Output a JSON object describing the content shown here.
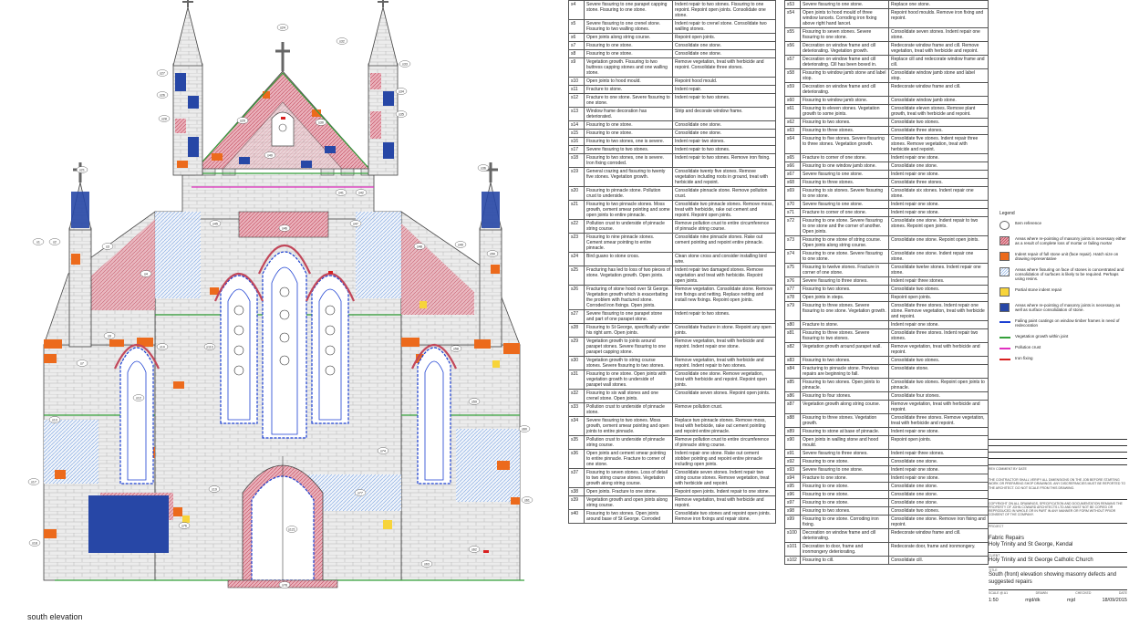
{
  "drawing": {
    "elevation_label": "south elevation"
  },
  "colors": {
    "stone": "#e8e8e8",
    "joint": "#b0b0b0",
    "pink": "#e9a7b2",
    "pink_hatch": "#c04050",
    "orange": "#ec6a1c",
    "blue_hatch": "#8fb4e8",
    "yellow": "#f7d43a",
    "dark_blue": "#2747a6",
    "green": "#34a03a",
    "magenta": "#e030c0",
    "red": "#d81f1f",
    "frame": "#1b3fd2"
  },
  "items_left": [
    {
      "ref": "s4",
      "desc": "Severe fissuring to one parapet capping stone. Fissuring to one stone.",
      "repair": "Indent repair to two stones. Fissuring to one repoint. Repoint open joints. Consolidate one stone."
    },
    {
      "ref": "s5",
      "desc": "Severe fissuring to one crenel stone. Fissuring to two walling stones.",
      "repair": "Indent repair to crenel stone. Consolidate two walling stones."
    },
    {
      "ref": "s6",
      "desc": "Open joints along string course.",
      "repair": "Repoint open joints."
    },
    {
      "ref": "s7",
      "desc": "Fissuring to one stone.",
      "repair": "Consolidate one stone."
    },
    {
      "ref": "s8",
      "desc": "Fissuring to one stone.",
      "repair": "Consolidate one stone."
    },
    {
      "ref": "s9",
      "desc": "Vegetation growth. Fissuring to two buttress capping stones and one walling stone.",
      "repair": "Remove vegetation, treat with herbicide and repoint. Consolidate three stones."
    },
    {
      "ref": "s10",
      "desc": "Open joints to hood mould.",
      "repair": "Repoint hood mould."
    },
    {
      "ref": "s11",
      "desc": "Fracture to stone.",
      "repair": "Indent repair."
    },
    {
      "ref": "s12",
      "desc": "Fracture to one stone. Severe fissuring to one stone.",
      "repair": "Indent repair to two stones."
    },
    {
      "ref": "s13",
      "desc": "Window frame decoration has deteriorated.",
      "repair": "Strip and decorate window frame."
    },
    {
      "ref": "s14",
      "desc": "Fissuring to one stone.",
      "repair": "Consolidate one stone."
    },
    {
      "ref": "s15",
      "desc": "Fissuring to one stone.",
      "repair": "Consolidate one stone."
    },
    {
      "ref": "s16",
      "desc": "Fissuring to two stones, one is severe.",
      "repair": "Indent repair two stones."
    },
    {
      "ref": "s17",
      "desc": "Severe fissuring to two stones.",
      "repair": "Indent repair to two stones."
    },
    {
      "ref": "s18",
      "desc": "Fissuring to two stones, one is severe. Iron fixing corroded.",
      "repair": "Indent repair to two stones. Remove iron fixing."
    },
    {
      "ref": "s19",
      "desc": "General crazing and fissuring to twenty five stones. Vegetation growth.",
      "repair": "Consolidate twenty five stones. Remove vegetation including roots in ground, treat with herbicide and repoint."
    },
    {
      "ref": "s20",
      "desc": "Fissuring to pinnacle stone. Pollution crust to underside.",
      "repair": "Consolidate pinnacle stone. Remove pollution crust."
    },
    {
      "ref": "s21",
      "desc": "Fissuring to two pinnacle stones. Moss growth, cement smear pointing and some open joints to entire pinnacle.",
      "repair": "Consolidate two pinnacle stones. Remove moss, treat with herbicide, rake out cement and repoint. Repoint open joints."
    },
    {
      "ref": "s22",
      "desc": "Pollution crust to underside of pinnacle string course.",
      "repair": "Remove pollution crust to entire circumference of pinnacle string course."
    },
    {
      "ref": "s23",
      "desc": "Fissuring to nine pinnacle stones. Cement smear pointing to entire pinnacle.",
      "repair": "Consolidate nine pinnacle stones. Rake out cement pointing and repoint entire pinnacle."
    },
    {
      "ref": "s24",
      "desc": "Bird guano to stone cross.",
      "repair": "Clean stone cross and consider installing bird wire."
    },
    {
      "ref": "s25",
      "desc": "Fracturing has led to loss of two pieces of stone. Vegetation growth. Open joints.",
      "repair": "Indent repair two damaged stones. Remove vegetation and treat with herbicide. Repoint open joints."
    },
    {
      "ref": "s26",
      "desc": "Fracturing of stone hood over St George. Vegetation growth which is exacerbating the problem with fractured stone. Corroded iron fixings. Open joints.",
      "repair": "Remove vegetation. Consolidate stone. Remove iron fixings and netting. Replace netting and install new fixings. Repoint open joints."
    },
    {
      "ref": "s27",
      "desc": "Severe fissuring to one parapet stone and part of one parapet stone.",
      "repair": "Indent repair to two stones."
    },
    {
      "ref": "s28",
      "desc": "Fissuring to St George, specifically under his right arm. Open joints.",
      "repair": "Consolidate fracture in stone. Repoint any open joints."
    },
    {
      "ref": "s29",
      "desc": "Vegetation growth to joints around parapet stones. Severe fissuring to one parapet capping stone.",
      "repair": "Remove vegetation, treat with herbicide and repoint. Indent repair one stone."
    },
    {
      "ref": "s30",
      "desc": "Vegetation growth to string course stones. Severe fissuring to two stones.",
      "repair": "Remove vegetation, treat with herbicide and repoint. Indent repair to two stones."
    },
    {
      "ref": "s31",
      "desc": "Fissuring to one stone. Open joints with vegetation growth to underside of parapet wall stones.",
      "repair": "Consolidate one stone. Remove vegetation, treat with herbicide and repoint. Repoint open joints."
    },
    {
      "ref": "s32",
      "desc": "Fissuring to six wall stones and one crenel stone. Open joints.",
      "repair": "Consolidate seven stones. Repoint open joints."
    },
    {
      "ref": "s33",
      "desc": "Pollution crust to underside of pinnacle stone.",
      "repair": "Remove pollution crust."
    },
    {
      "ref": "s34",
      "desc": "Severe fissuring to two stones. Moss growth, cement smear pointing and open joints to entire pinnacle.",
      "repair": "Replace two pinnacle stones. Remove moss, treat with herbicide, rake out cement pointing and repoint entire pinnacle."
    },
    {
      "ref": "s35",
      "desc": "Pollution crust to underside of pinnacle string course.",
      "repair": "Remove pollution crust to entire circumference of pinnacle string course."
    },
    {
      "ref": "s36",
      "desc": "Open joints and cement smear pointing to entire pinnacle. Fracture to corner of one stone.",
      "repair": "Indent repair one stone. Rake out cement stobber pointing and repoint entire pinnacle including open joints."
    },
    {
      "ref": "s37",
      "desc": "Fissuring to seven stones. Loss of detail to two string course stones. Vegetation growth along string course.",
      "repair": "Consolidate seven stones. Indent repair two string course stones. Remove vegetation, treat with herbicide and repoint."
    },
    {
      "ref": "s38",
      "desc": "Open joints. Fracture to one stone.",
      "repair": "Repoint open joints. Indent repair to one stone."
    },
    {
      "ref": "s39",
      "desc": "Vegetation growth and open joints along string course.",
      "repair": "Remove vegetation, treat with herbicide and repoint."
    },
    {
      "ref": "s40",
      "desc": "Fissuring to two stones. Open joints around base of St George. Corroded",
      "repair": "Consolidate two stones and repoint open joints. Remove iron fixings and repair stone."
    }
  ],
  "items_right": [
    {
      "ref": "s53",
      "desc": "Severe fissuring to one stone.",
      "repair": "Replace one stone."
    },
    {
      "ref": "s54",
      "desc": "Open joints to hood mould of three window lancets. Corroding iron fixing above right hand lancet.",
      "repair": "Repoint hood moulds. Remove iron fixing and repoint."
    },
    {
      "ref": "s55",
      "desc": "Fissuring to seven stones. Severe fissuring to one stone.",
      "repair": "Consolidate seven stones. Indent repair one stone."
    },
    {
      "ref": "s56",
      "desc": "Decoration on window frame and cill deteriorating. Vegetation growth.",
      "repair": "Redecorate window frame and cill. Remove vegetation, treat with herbicide and repoint."
    },
    {
      "ref": "s57",
      "desc": "Decoration on window frame and cill deteriorating. Cill has been boxed in.",
      "repair": "Replace cill and redecorate window frame and cill."
    },
    {
      "ref": "s58",
      "desc": "Fissuring to window jamb stone and label stop.",
      "repair": "Consolidate window jamb stone and label stop."
    },
    {
      "ref": "s59",
      "desc": "Decoration on window frame and cill deteriorating.",
      "repair": "Redecorate window frame and cill."
    },
    {
      "ref": "s60",
      "desc": "Fissuring to window jamb stone.",
      "repair": "Consolidate window jamb stone."
    },
    {
      "ref": "s61",
      "desc": "Fissuring to eleven stones. Vegetation growth to some joints.",
      "repair": "Consolidate eleven stones. Remove plant growth, treat with herbicide and repoint."
    },
    {
      "ref": "s62",
      "desc": "Fissuring to two stones.",
      "repair": "Consolidate two stones."
    },
    {
      "ref": "s63",
      "desc": "Fissuring to three stones.",
      "repair": "Consolidate three stones."
    },
    {
      "ref": "s64",
      "desc": "Fissuring to five stones. Severe fissuring to three stones. Vegetation growth.",
      "repair": "Consolidate five stones. Indent repair three stones. Remove vegetation, treat with herbicide and repoint."
    },
    {
      "ref": "s65",
      "desc": "Fracture to corner of one stone.",
      "repair": "Indent repair one stone."
    },
    {
      "ref": "s66",
      "desc": "Fissuring to one window jamb stone.",
      "repair": "Consolidate one stone."
    },
    {
      "ref": "s67",
      "desc": "Severe fissuring to one stone.",
      "repair": "Indent repair one stone."
    },
    {
      "ref": "s68",
      "desc": "Fissuring to three stones.",
      "repair": "Consolidate three stones."
    },
    {
      "ref": "s69",
      "desc": "Fissuring to six stones. Severe fissuring to one stone.",
      "repair": "Consolidate six stones. Indent repair one stone."
    },
    {
      "ref": "s70",
      "desc": "Severe fissuring to one stone.",
      "repair": "Indent repair one stone."
    },
    {
      "ref": "s71",
      "desc": "Fracture to corner of one stone.",
      "repair": "Indent repair one stone."
    },
    {
      "ref": "s72",
      "desc": "Fissuring to one stone. Severe fissuring to one stone and the corner of another. Open joints.",
      "repair": "Consolidate one stone. Indent repair to two stones. Repoint open joints."
    },
    {
      "ref": "s73",
      "desc": "Fissuring to one stone of string course. Open joints along string course.",
      "repair": "Consolidate one stone. Repoint open joints."
    },
    {
      "ref": "s74",
      "desc": "Fissuring to one stone. Severe fissuring to one stone.",
      "repair": "Consolidate one stone. Indent repair one stone."
    },
    {
      "ref": "s75",
      "desc": "Fissuring to twelve stones. Fracture in corner of one stone.",
      "repair": "Consolidate twelve stones. Indent repair one stone."
    },
    {
      "ref": "s76",
      "desc": "Severe fissuring to three stones.",
      "repair": "Indent repair three stones."
    },
    {
      "ref": "s77",
      "desc": "Fissuring to two stones.",
      "repair": "Consolidate two stones."
    },
    {
      "ref": "s78",
      "desc": "Open joints in steps.",
      "repair": "Repoint open joints."
    },
    {
      "ref": "s79",
      "desc": "Fissuring to three stones. Severe fissuring to one stone. Vegetation growth.",
      "repair": "Consolidate three stones. Indent repair one stone. Remove vegetation, treat with herbicide and repoint."
    },
    {
      "ref": "s80",
      "desc": "Fracture to stone.",
      "repair": "Indent repair one stone."
    },
    {
      "ref": "s81",
      "desc": "Fissuring to three stones. Severe fissuring to two stones.",
      "repair": "Consolidate three stones. Indent repair two stones."
    },
    {
      "ref": "s82",
      "desc": "Vegetation growth around parapet wall.",
      "repair": "Remove vegetation, treat with herbicide and repoint."
    },
    {
      "ref": "s83",
      "desc": "Fissuring to two stones.",
      "repair": "Consolidate two stones."
    },
    {
      "ref": "s84",
      "desc": "Fracturing to pinnacle stone. Previous repairs are beginning to fall.",
      "repair": "Consolidate stone."
    },
    {
      "ref": "s85",
      "desc": "Fissuring to two stones. Open joints to pinnacle.",
      "repair": "Consolidate two stones. Repoint open joints to pinnacle."
    },
    {
      "ref": "s86",
      "desc": "Fissuring to four stones.",
      "repair": "Consolidate four stones."
    },
    {
      "ref": "s87",
      "desc": "Vegetation growth along string course.",
      "repair": "Remove vegetation, treat with herbicide and repoint."
    },
    {
      "ref": "s88",
      "desc": "Fissuring to three stones. Vegetation growth.",
      "repair": "Consolidate three stones. Remove vegetation, treat with herbicide and repoint."
    },
    {
      "ref": "s89",
      "desc": "Fissuring to stone at base of pinnacle.",
      "repair": "Indent repair one stone."
    },
    {
      "ref": "s90",
      "desc": "Open joints in walling stone and hood mould.",
      "repair": "Repoint open joints."
    },
    {
      "ref": "s91",
      "desc": "Severe fissuring to three stones.",
      "repair": "Indent repair three stones."
    },
    {
      "ref": "s92",
      "desc": "Fissuring to one stone.",
      "repair": "Consolidate one stone."
    },
    {
      "ref": "s93",
      "desc": "Severe fissuring to one stone.",
      "repair": "Indent repair one stone."
    },
    {
      "ref": "s94",
      "desc": "Fracture to one stone.",
      "repair": "Indent repair one stone."
    },
    {
      "ref": "s95",
      "desc": "Fissuring to one stone.",
      "repair": "Consolidate one stone."
    },
    {
      "ref": "s96",
      "desc": "Fissuring to one stone.",
      "repair": "Consolidate one stone."
    },
    {
      "ref": "s97",
      "desc": "Fissuring to one stone.",
      "repair": "Consolidate one stone."
    },
    {
      "ref": "s98",
      "desc": "Fissuring to two stones.",
      "repair": "Consolidate two stones."
    },
    {
      "ref": "s99",
      "desc": "Fissuring to one stone. Corroding iron fixing.",
      "repair": "Consolidate one stone. Remove iron fixing and repoint."
    },
    {
      "ref": "s100",
      "desc": "Decoration on window frame and cill deteriorating.",
      "repair": "Redecorate window frame and cill."
    },
    {
      "ref": "s101",
      "desc": "Decoration to door, frame and ironmongery deteriorating.",
      "repair": "Redecorate door, frame and ironmongery."
    },
    {
      "ref": "s102",
      "desc": "Fissuring to cill.",
      "repair": "Consolidate cill."
    }
  ],
  "legend": {
    "title": "Legend",
    "items": [
      {
        "kind": "ref",
        "label": "Item reference"
      },
      {
        "kind": "pink",
        "label": "Areas where re-pointing of masonry joints is necessary either as a result of complete loss of mortar or failing mortar"
      },
      {
        "kind": "orange",
        "label": "Indent repair of full stone unit (face repair). Hatch size on drawing representative"
      },
      {
        "kind": "blue_hatch",
        "label": "Areas where fissuring on face of stones is concentrated and consolidation of surfaces is likely to be required. Perhaps using resins."
      },
      {
        "kind": "yellow",
        "label": "Partial stone indent repair"
      },
      {
        "kind": "dark_blue",
        "label": "Areas where re-pointing of masonry joints is necessary as well as surface consolidation of stone."
      },
      {
        "kind": "frame_line",
        "label": "Failing paint coatings on window timber frames in need of redecoration"
      },
      {
        "kind": "green_line",
        "label": "Vegetation growth within joint"
      },
      {
        "kind": "magenta_line",
        "label": "Pollution crust"
      },
      {
        "kind": "red_line",
        "label": "Iron fixing"
      }
    ]
  },
  "title_block": {
    "rev_header": "REV   COMMENT                                          BY       DATE",
    "notes": "THE CONTRACTOR SHALL VERIFY ALL DIMENSIONS ON THE JOB BEFORE STARTING WORK OR PREPARING SHOP DRAWINGS. ANY DISCREPANCIES MUST BE REPORTED TO THE ARCHITECT. DO NOT SCALE FROM THIS DRAWING.",
    "copyright": "COPYRIGHT ON ALL DRAWINGS, SPECIFICATION AND DOCUMENTATION REMAINS THE PROPERTY OF JOHN COWARD ARCHITECTS LTD AND MUST NOT BE COPIED OR REPRODUCED IN WHOLE OR IN PART IN ANY MANNER OR FORM WITHOUT PRIOR CONSENT OF THE COMPANY.",
    "project_label": "PROJECT",
    "project": "Fabric Repairs",
    "project_sub": "Holy Trinity and St George, Kendal",
    "client_label": "CLIENT",
    "client": "Holy Trinity and St George Catholic Church",
    "title_label": "TITLE",
    "title": "South (front) elevation showing masonry defects and suggested repairs",
    "scale_label": "SCALE @ A1",
    "drawn_label": "DRAWN",
    "checked_label": "CHECKED",
    "date_label": "DATE",
    "scale": "1:50",
    "drawn": "mjd/dk",
    "checked": "mjd",
    "date": "18/09/2015"
  },
  "elevation_refs": [
    "s1",
    "s2",
    "s3",
    "s4",
    "s5",
    "s6",
    "s7",
    "s8",
    "s9",
    "s10",
    "s11",
    "s12",
    "s13",
    "s14",
    "s15",
    "s16",
    "s17",
    "s18",
    "s19",
    "s20",
    "s21",
    "s22",
    "s23",
    "s24",
    "s25",
    "s26",
    "s27",
    "s28",
    "s29",
    "s30",
    "s31",
    "s32",
    "s33",
    "s34",
    "s35",
    "s36",
    "s37",
    "s38",
    "s39",
    "s40",
    "s41",
    "s42",
    "s43",
    "s44",
    "s45",
    "s46",
    "s47",
    "s48",
    "s49",
    "s50",
    "s51",
    "s52",
    "s53",
    "s54",
    "s55",
    "s56",
    "s57",
    "s58",
    "s59",
    "s60",
    "s61",
    "s62",
    "s63",
    "s64",
    "s65",
    "s66",
    "s67",
    "s68",
    "s69",
    "s70",
    "s71",
    "s72",
    "s73",
    "s74",
    "s75",
    "s76",
    "s77",
    "s78",
    "s79",
    "s80",
    "s81",
    "s82",
    "s83",
    "s84",
    "s85",
    "s86",
    "s87",
    "s88",
    "s89",
    "s90",
    "s91",
    "s92",
    "s93",
    "s94",
    "s95",
    "s96",
    "s97",
    "s98",
    "s99",
    "s100",
    "s101",
    "s102",
    "s103",
    "s104",
    "s105",
    "s106",
    "s107",
    "s108",
    "s109",
    "s110",
    "s111",
    "s112",
    "s113",
    "s114",
    "s115",
    "s116",
    "s117",
    "s118",
    "s119",
    "s120",
    "s121",
    "s122",
    "s123",
    "s124",
    "s125",
    "s126",
    "s127"
  ]
}
